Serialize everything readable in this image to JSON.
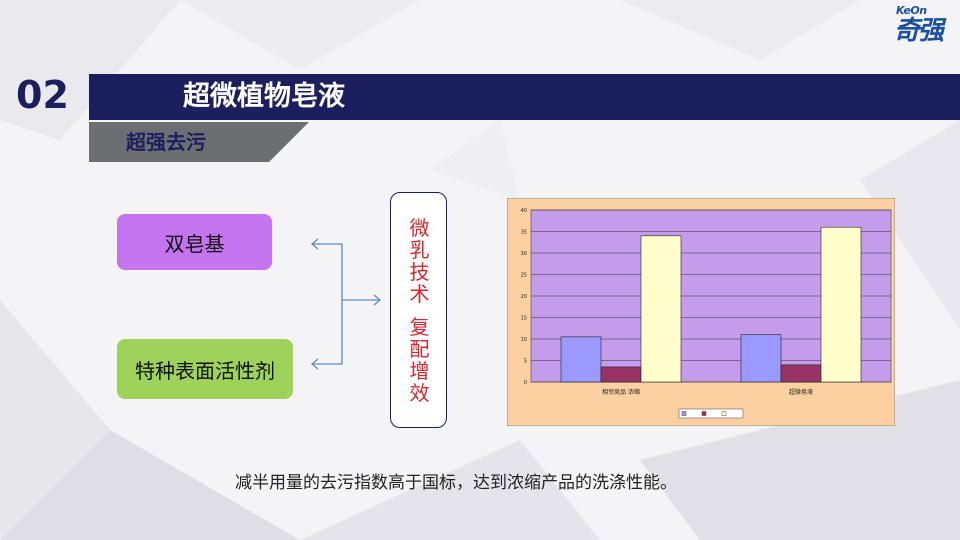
{
  "logo": {
    "latin": "KeOn",
    "chinese": "奇强"
  },
  "header": {
    "section_number": "02",
    "title": "超微植物皂液",
    "subtitle": "超强去污"
  },
  "left_boxes": [
    {
      "label": "双皂基",
      "color": "#c374ee"
    },
    {
      "label": "特种表面活性剂",
      "color": "#9ed25a"
    }
  ],
  "tech": {
    "lines": [
      "微",
      "乳",
      "技",
      "术",
      "",
      "复",
      "配",
      "增",
      "效"
    ]
  },
  "caption": "减半用量的去污指数高于国标，达到浓缩产品的洗涤性能。",
  "colors": {
    "navy": "#1c1f5e",
    "gray_bar": "#6d6e72",
    "tech_text": "#d9262c",
    "chart_plot_bg": "#c49cec",
    "chart_outer_bg": "#fcd0a0"
  },
  "chart_data": {
    "type": "bar",
    "categories": [
      "相邻竞品 浓缩",
      "超微皂液"
    ],
    "series": [
      {
        "values": [
          10.5,
          11
        ],
        "color": "#9999ff"
      },
      {
        "values": [
          3.5,
          4
        ],
        "color": "#993366"
      },
      {
        "values": [
          34,
          36
        ],
        "color": "#ffffcc"
      }
    ],
    "ylim": [
      0,
      40
    ],
    "ytick_labels": [
      "0",
      "5",
      "10",
      "15",
      "20",
      "25",
      "30",
      "35",
      "40"
    ],
    "legend_placement": "bottom",
    "grid": true
  }
}
